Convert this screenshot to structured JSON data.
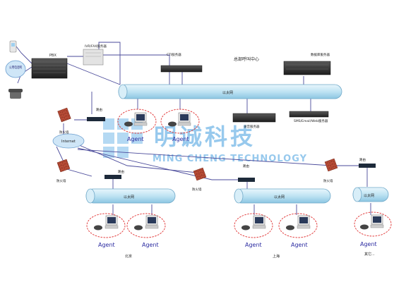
{
  "title": "总部呼叫中心",
  "labels": {
    "pstn": "公用电话网",
    "pbx": "PBX",
    "ivr": "IVR/FAX服务器",
    "cti": "CTI服务器",
    "db": "数据库服务器",
    "ethernet": "以太网",
    "router": "路由",
    "recorder": "录音服务器",
    "sms": "SMS/Email/Web服务器",
    "firewall": "防火墙",
    "internet": "Internet",
    "agent": "Agent"
  },
  "watermark": {
    "cn": "明诚科技",
    "en": "MING CHENG TECHNOLOGY"
  },
  "branches": [
    "北京",
    "上海",
    "其它..."
  ],
  "colors": {
    "bus": "#bfe3f3",
    "bus_stroke": "#6fa8c8",
    "line": "#4a4a9a",
    "agent_ring": "#e03030",
    "agent_text": "#2a2aa0",
    "watermark": "#86c0ea",
    "firewall": "#c0503a"
  }
}
